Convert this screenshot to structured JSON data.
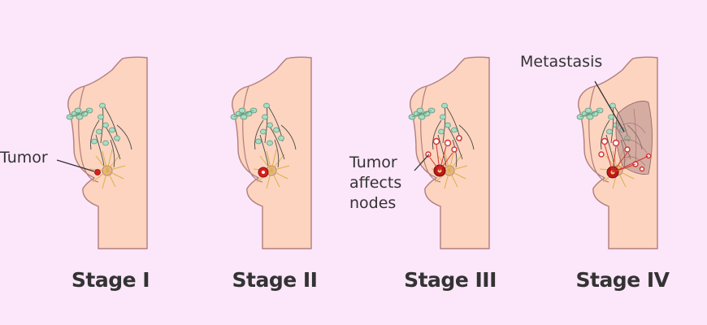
{
  "colors": {
    "background": "#fce6fa",
    "skin": "#fdd4bf",
    "outline": "#b07e7e",
    "lymph": "#a8dcc4",
    "vessel": "#4a4a4a",
    "tumor": "#d81e1e",
    "affected": "#d43232",
    "metastasis": "#b58a8a"
  },
  "stages": [
    {
      "label": "Stage I"
    },
    {
      "label": "Stage II"
    },
    {
      "label": "Stage III"
    },
    {
      "label": "Stage IV"
    }
  ],
  "annotations": {
    "tumor": "Tumor",
    "tumor_affects_nodes": [
      "Tumor",
      "affects",
      "nodes"
    ],
    "metastasis": "Metastasis"
  }
}
